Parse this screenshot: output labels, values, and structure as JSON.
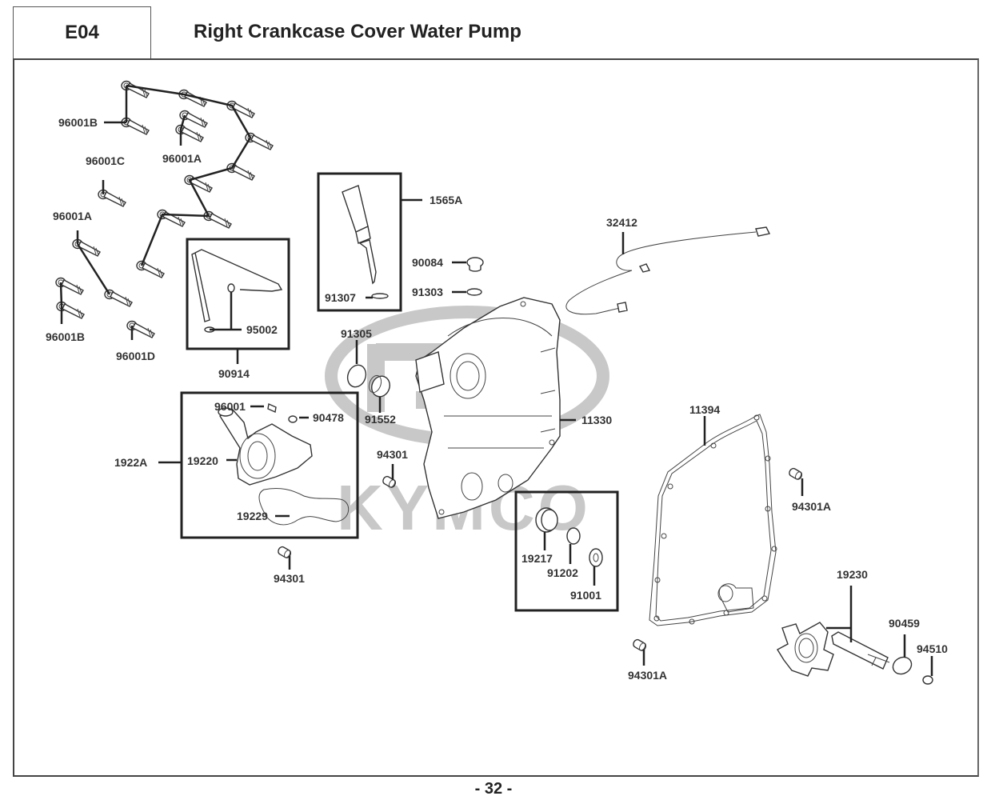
{
  "header": {
    "section_code": "E04",
    "title": "Right Crankcase Cover  Water Pump"
  },
  "watermark": {
    "brand": "KYMCO",
    "color": "#c8c8c8"
  },
  "page_number": "- 32 -",
  "groups": [
    {
      "id": "1565A",
      "label": "1565A",
      "contains": [
        "91307"
      ]
    },
    {
      "id": "90914",
      "label": "90914",
      "contains": [
        "95002"
      ]
    },
    {
      "id": "1922A",
      "label": "1922A",
      "contains": [
        "96001",
        "90478",
        "19220",
        "19229"
      ]
    },
    {
      "id": "seal-kit",
      "label": "",
      "contains": [
        "19217",
        "91202",
        "91001"
      ]
    }
  ],
  "parts": [
    {
      "key": "p96001B_a",
      "label": "96001B",
      "icon": "bolt-icon"
    },
    {
      "key": "p96001A_a",
      "label": "96001A",
      "icon": "bolt-icon"
    },
    {
      "key": "p96001C",
      "label": "96001C",
      "icon": "bolt-icon"
    },
    {
      "key": "p96001A_b",
      "label": "96001A",
      "icon": "bolt-icon"
    },
    {
      "key": "p96001B_b",
      "label": "96001B",
      "icon": "bolt-icon"
    },
    {
      "key": "p96001D",
      "label": "96001D",
      "icon": "bolt-icon"
    },
    {
      "key": "p95002",
      "label": "95002",
      "icon": "clip-icon"
    },
    {
      "key": "p90914",
      "label": "90914",
      "icon": "hose-icon"
    },
    {
      "key": "p1565A",
      "label": "1565A",
      "icon": "dipstick-icon"
    },
    {
      "key": "p91307",
      "label": "91307",
      "icon": "o-ring-icon"
    },
    {
      "key": "p90084",
      "label": "90084",
      "icon": "plug-icon"
    },
    {
      "key": "p91303",
      "label": "91303",
      "icon": "washer-icon"
    },
    {
      "key": "p32412",
      "label": "32412",
      "icon": "cable-icon"
    },
    {
      "key": "p91305",
      "label": "91305",
      "icon": "o-ring-icon"
    },
    {
      "key": "p91552",
      "label": "91552",
      "icon": "bushing-icon"
    },
    {
      "key": "p11330",
      "label": "11330",
      "icon": "crankcase-cover-icon"
    },
    {
      "key": "p96001",
      "label": "96001",
      "icon": "bolt-icon"
    },
    {
      "key": "p90478",
      "label": "90478",
      "icon": "washer-icon"
    },
    {
      "key": "p1922A",
      "label": "1922A",
      "icon": "water-pump-assembly-icon"
    },
    {
      "key": "p19220",
      "label": "19220",
      "icon": "pump-cover-icon"
    },
    {
      "key": "p19229",
      "label": "19229",
      "icon": "gasket-icon"
    },
    {
      "key": "p94301_a",
      "label": "94301",
      "icon": "dowel-pin-icon"
    },
    {
      "key": "p94301_b",
      "label": "94301",
      "icon": "dowel-pin-icon"
    },
    {
      "key": "p19217",
      "label": "19217",
      "icon": "seal-icon"
    },
    {
      "key": "p91202",
      "label": "91202",
      "icon": "oil-seal-icon"
    },
    {
      "key": "p91001",
      "label": "91001",
      "icon": "washer-icon"
    },
    {
      "key": "p11394",
      "label": "11394",
      "icon": "cover-gasket-icon"
    },
    {
      "key": "p94301A_a",
      "label": "94301A",
      "icon": "dowel-pin-icon"
    },
    {
      "key": "p94301A_b",
      "label": "94301A",
      "icon": "dowel-pin-icon"
    },
    {
      "key": "p19230",
      "label": "19230",
      "icon": "impeller-shaft-icon"
    },
    {
      "key": "p90459",
      "label": "90459",
      "icon": "washer-icon"
    },
    {
      "key": "p94510",
      "label": "94510",
      "icon": "circlip-icon"
    }
  ]
}
